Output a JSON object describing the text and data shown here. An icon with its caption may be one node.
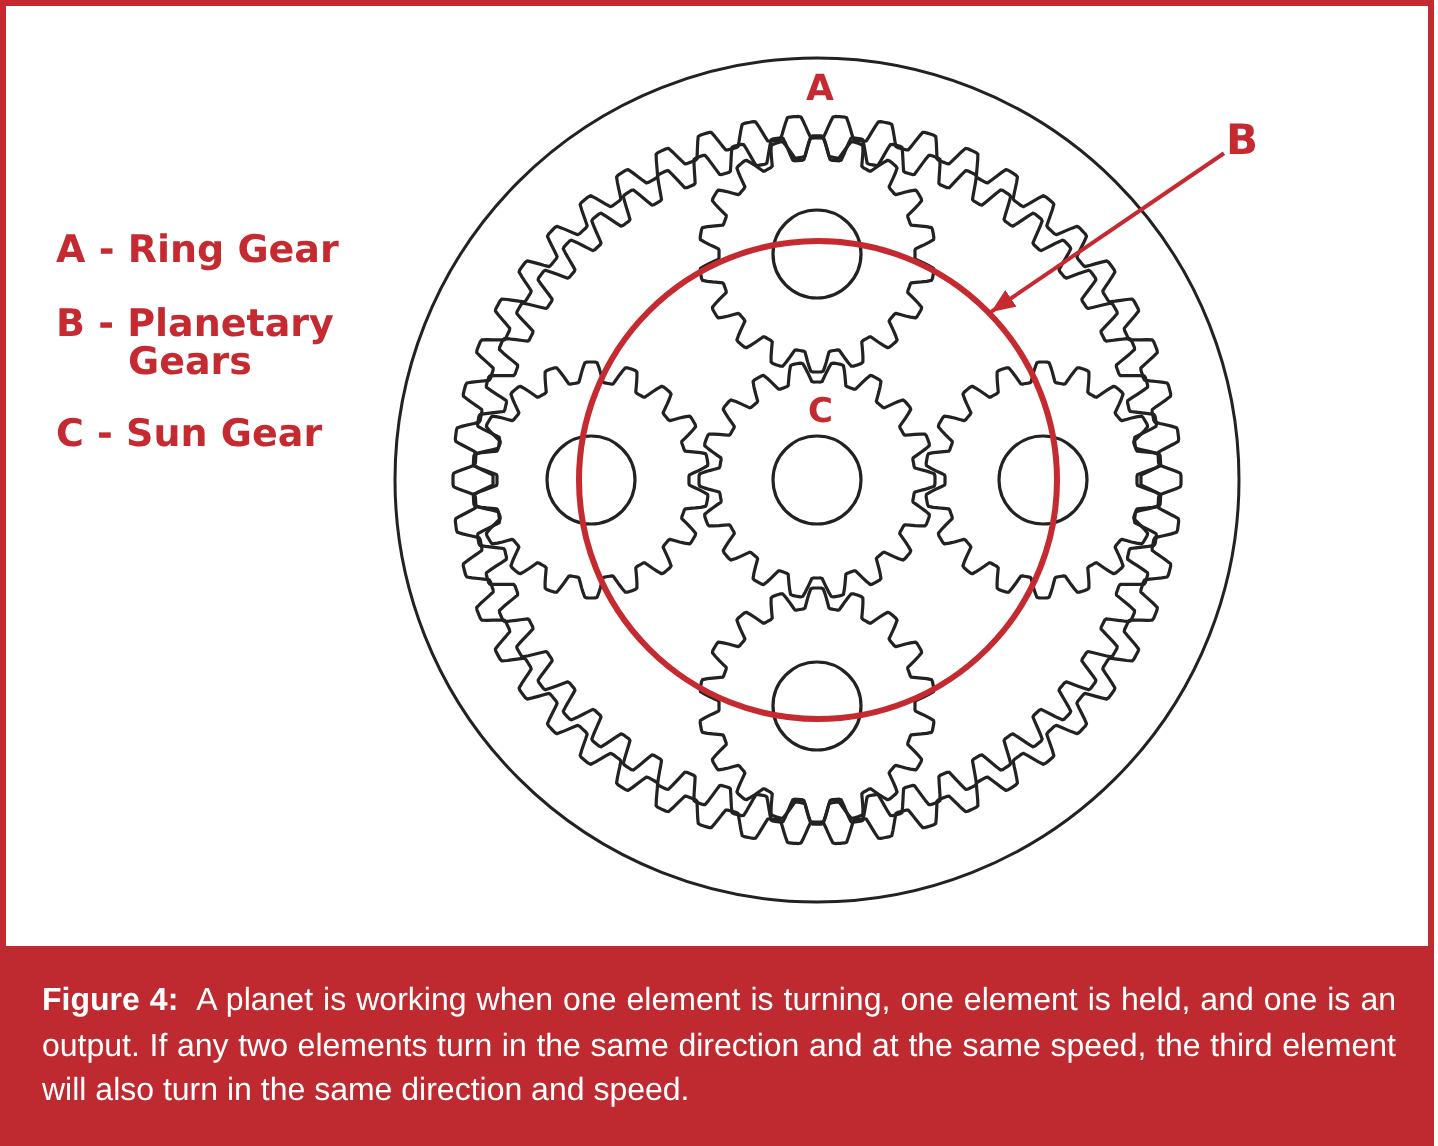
{
  "diagram": {
    "caption": "**Figure 4:** A planet is working when one element is turning, one element is held, and one is an output. If any two elements turn in the same direction and at the same speed, the third element will also turn in the same direction and speed.",
    "nodes": [
      {
        "text": [
          "B"
        ]
      },
      {
        "text": [],
        "shape": "circle"
      }
    ],
    "edges": [
      {
        "from": 0,
        "to": 1,
        "arrow": "to"
      }
    ],
    "labels": [
      "A",
      "A - Ring Gear",
      "B - Planetary Gears",
      "C - Sun Gear",
      "C"
    ]
  }
}
